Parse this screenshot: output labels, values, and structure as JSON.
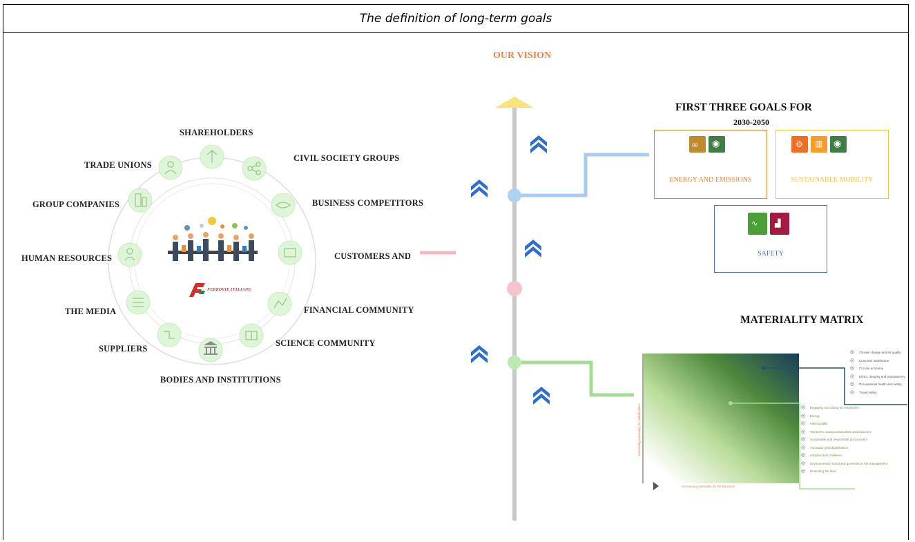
{
  "header": {
    "title": "The definition of long-term goals"
  },
  "vision": {
    "label": "OUR VISION"
  },
  "stakeholders": {
    "brand": "FERROVIE ITALIANE",
    "items": [
      "SHAREHOLDERS",
      "CIVIL SOCIETY GROUPS",
      "BUSINESS COMPETITORS",
      "CUSTOMERS AND",
      "FINANCIAL COMMUNITY",
      "SCIENCE COMMUNITY",
      "BODIES AND INSTITUTIONS",
      "SUPPLIERS",
      "THE MEDIA",
      "HUMAN RESOURCES",
      "GROUP COMPANIES",
      "TRADE UNIONS"
    ]
  },
  "goals": {
    "title_line1": "FIRST THREE GOALS FOR",
    "title_line2": "2030-2050",
    "boxes": [
      {
        "label": "ENERGY AND EMISSIONS",
        "sdgs": [
          "12",
          "15"
        ]
      },
      {
        "label": "SUSTAINABLE MOBILITY",
        "sdgs": [
          "9",
          "11",
          "13"
        ]
      },
      {
        "label": "SAFETY",
        "sdgs": [
          "3",
          "8"
        ]
      }
    ]
  },
  "materiality": {
    "title": "MATERIALITY MATRIX",
    "x_axis": "Increasing materiality for the Business",
    "y_axis": "Increasing materiality for stakeholders",
    "top_list": [
      "Climate change and air quality",
      "Customer satisfaction",
      "Circular economy",
      "Ethics, integrity and transparency",
      "Occupational health and safety",
      "Travel safety"
    ],
    "bottom_list": [
      "Engaging and caring for employees",
      "Energy",
      "Intermodality",
      "Territories, social communities and inclusion",
      "Sustainable and responsible procurement",
      "Innovation and digitalisation",
      "Infrastructure resilience",
      "Environmental, social and governance risk management",
      "Protecting the land"
    ]
  },
  "colors": {
    "vision": "#f0823c",
    "energy_box": "#e8833a",
    "mobility_box": "#f5c242",
    "safety_box": "#4a72c8",
    "chevron": "#2f6fc6",
    "blue_line": "#a9cdf0",
    "pink_line": "#f2b9c5",
    "green_line": "#a6dc95"
  }
}
